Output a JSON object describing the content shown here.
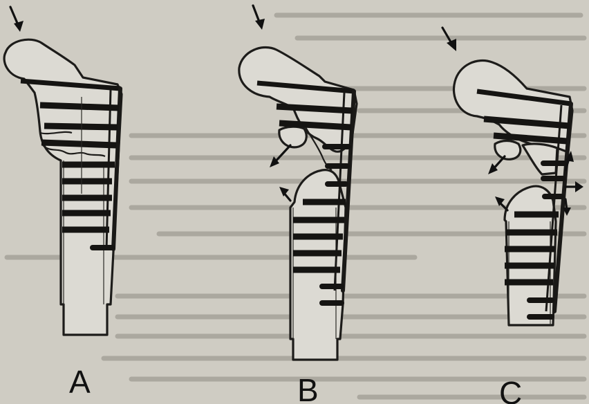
{
  "panels": [
    {
      "id": "A",
      "label": "A"
    },
    {
      "id": "B",
      "label": "B"
    },
    {
      "id": "C",
      "label": "C"
    }
  ],
  "colors": {
    "background": "#cfccc3",
    "bone_fill": "#dcdad3",
    "ink": "#1a1917",
    "faded_text": "#8f8b83"
  }
}
